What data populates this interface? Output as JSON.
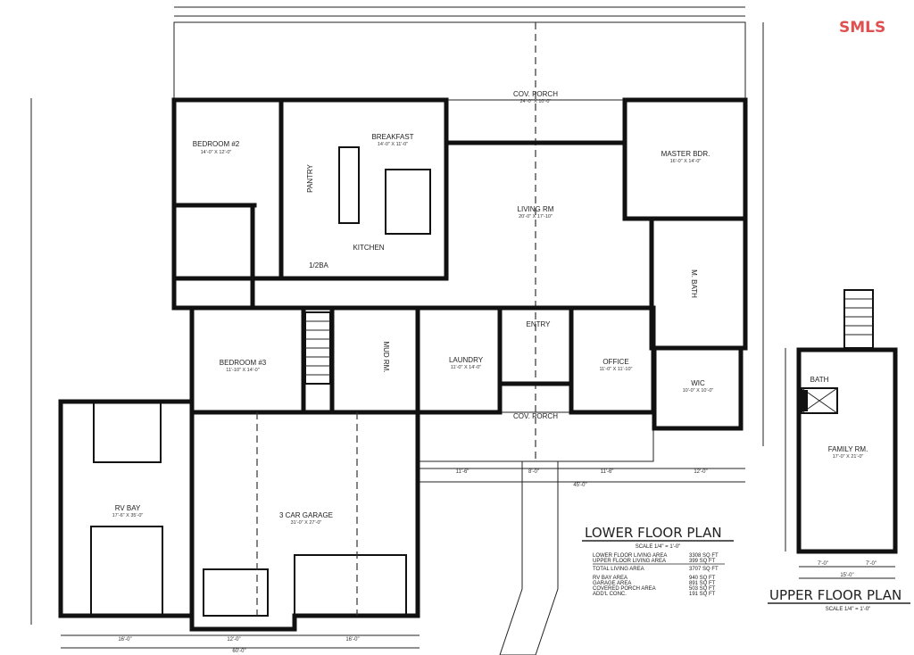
{
  "brand": {
    "label": "SMLS",
    "color": "#e05050"
  },
  "lower_plan": {
    "title": "LOWER FLOOR PLAN",
    "scale": "SCALE 1/4\" = 1'-0\"",
    "rooms": [
      {
        "name": "BEDROOM #2",
        "dims": "14'-0\" X 12'-0\""
      },
      {
        "name": "PANTRY",
        "dims": ""
      },
      {
        "name": "BREAKFAST",
        "dims": "14'-0\" X 11'-0\""
      },
      {
        "name": "KITCHEN",
        "dims": ""
      },
      {
        "name": "1/2BA",
        "dims": ""
      },
      {
        "name": "COV. PORCH",
        "dims": "24'-0\" X 10'-0\""
      },
      {
        "name": "LIVING RM",
        "dims": "20'-0\" X 17'-10\""
      },
      {
        "name": "MASTER BDR.",
        "dims": "16'-0\" X 14'-0\""
      },
      {
        "name": "M. BATH",
        "dims": ""
      },
      {
        "name": "BEDROOM #3",
        "dims": "11'-10\" X 14'-0\""
      },
      {
        "name": "MUD RM.",
        "dims": ""
      },
      {
        "name": "LAUNDRY",
        "dims": "11'-0\" X 14'-0\""
      },
      {
        "name": "ENTRY",
        "dims": ""
      },
      {
        "name": "OFFICE",
        "dims": "11'-0\" X 11'-10\""
      },
      {
        "name": "WIC",
        "dims": "10'-0\" X 10'-0\""
      },
      {
        "name": "COV. PORCH",
        "dims": ""
      },
      {
        "name": "RV BAY",
        "dims": "17'-6\" X 35'-0\""
      },
      {
        "name": "3 CAR GARAGE",
        "dims": "31'-0\" X 27'-0\""
      }
    ],
    "dimensions": [
      "11'-6\"",
      "8'-0\"",
      "11'-6\"",
      "12'-0\"",
      "45'-0\"",
      "16'-0\"",
      "12'-0\"",
      "16'-0\"",
      "60'-0\""
    ],
    "area_table": [
      {
        "label": "LOWER FLOOR LIVING AREA",
        "value": "3308 SQ FT"
      },
      {
        "label": "UPPER FLOOR LIVING AREA",
        "value": "399 SQ FT"
      },
      {
        "label": "TOTAL LIVING AREA",
        "value": "3707 SQ FT"
      },
      {
        "label": "RV BAY AREA",
        "value": "940 SQ FT"
      },
      {
        "label": "GARAGE AREA",
        "value": "891 SQ FT"
      },
      {
        "label": "COVERED PORCH AREA",
        "value": "503 SQ FT"
      },
      {
        "label": "ADD'L CONC.",
        "value": "191 SQ FT"
      }
    ]
  },
  "upper_plan": {
    "title": "UPPER FLOOR PLAN",
    "scale": "SCALE 1/4\" = 1'-0\"",
    "rooms": [
      {
        "name": "BATH",
        "dims": ""
      },
      {
        "name": "FAMILY RM.",
        "dims": "17'-0\" X 21'-0\""
      }
    ],
    "dimensions": [
      "7'-0\"",
      "7'-0\"",
      "15'-0\""
    ]
  }
}
